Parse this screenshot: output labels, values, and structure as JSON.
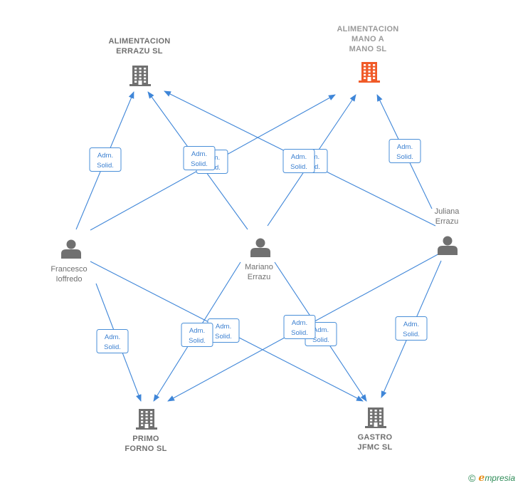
{
  "colors": {
    "edge": "#3f86d8",
    "node": "#707070",
    "highlight": "#f05a28"
  },
  "companies": [
    {
      "id": "c1",
      "label_lines": [
        "ALIMENTACION",
        "ERRAZU SL"
      ],
      "highlight": false
    },
    {
      "id": "c2",
      "label_lines": [
        "ALIMENTACION",
        "MANO A",
        "MANO  SL"
      ],
      "highlight": true
    },
    {
      "id": "c3",
      "label_lines": [
        "PRIMO",
        "FORNO  SL"
      ],
      "highlight": false
    },
    {
      "id": "c4",
      "label_lines": [
        "GASTRO",
        "JFMC  SL"
      ],
      "highlight": false
    }
  ],
  "people": [
    {
      "id": "p1",
      "label_lines": [
        "Francesco",
        "Ioffredo"
      ]
    },
    {
      "id": "p2",
      "label_lines": [
        "Mariano",
        "Errazu"
      ]
    },
    {
      "id": "p3",
      "label_lines": [
        "Juliana",
        "Errazu"
      ]
    }
  ],
  "edges": [
    {
      "from": "p1",
      "to": "c1",
      "role_lines": [
        "Adm.",
        "Solid."
      ]
    },
    {
      "from": "p1",
      "to": "c2",
      "role_lines": [
        "Adm.",
        "Solid."
      ]
    },
    {
      "from": "p1",
      "to": "c3",
      "role_lines": [
        "Adm.",
        "Solid."
      ]
    },
    {
      "from": "p1",
      "to": "c4",
      "role_lines": [
        "Adm.",
        "Solid."
      ]
    },
    {
      "from": "p2",
      "to": "c1",
      "role_lines": [
        "Adm.",
        "Solid."
      ]
    },
    {
      "from": "p2",
      "to": "c2",
      "role_lines": [
        "Adm.",
        "Solid."
      ]
    },
    {
      "from": "p2",
      "to": "c3",
      "role_lines": [
        "Adm.",
        "Solid."
      ]
    },
    {
      "from": "p2",
      "to": "c4",
      "role_lines": [
        "Adm.",
        "Solid."
      ]
    },
    {
      "from": "p3",
      "to": "c1",
      "role_lines": [
        "Adm.",
        "Solid."
      ]
    },
    {
      "from": "p3",
      "to": "c2",
      "role_lines": [
        "Adm.",
        "Solid."
      ]
    },
    {
      "from": "p3",
      "to": "c3",
      "role_lines": [
        "Adm.",
        "Solid."
      ]
    },
    {
      "from": "p3",
      "to": "c4",
      "role_lines": [
        "Adm.",
        "Solid."
      ]
    }
  ],
  "footer": {
    "copyright": "©",
    "brand_initial": "e",
    "brand_rest": "mpresia"
  }
}
